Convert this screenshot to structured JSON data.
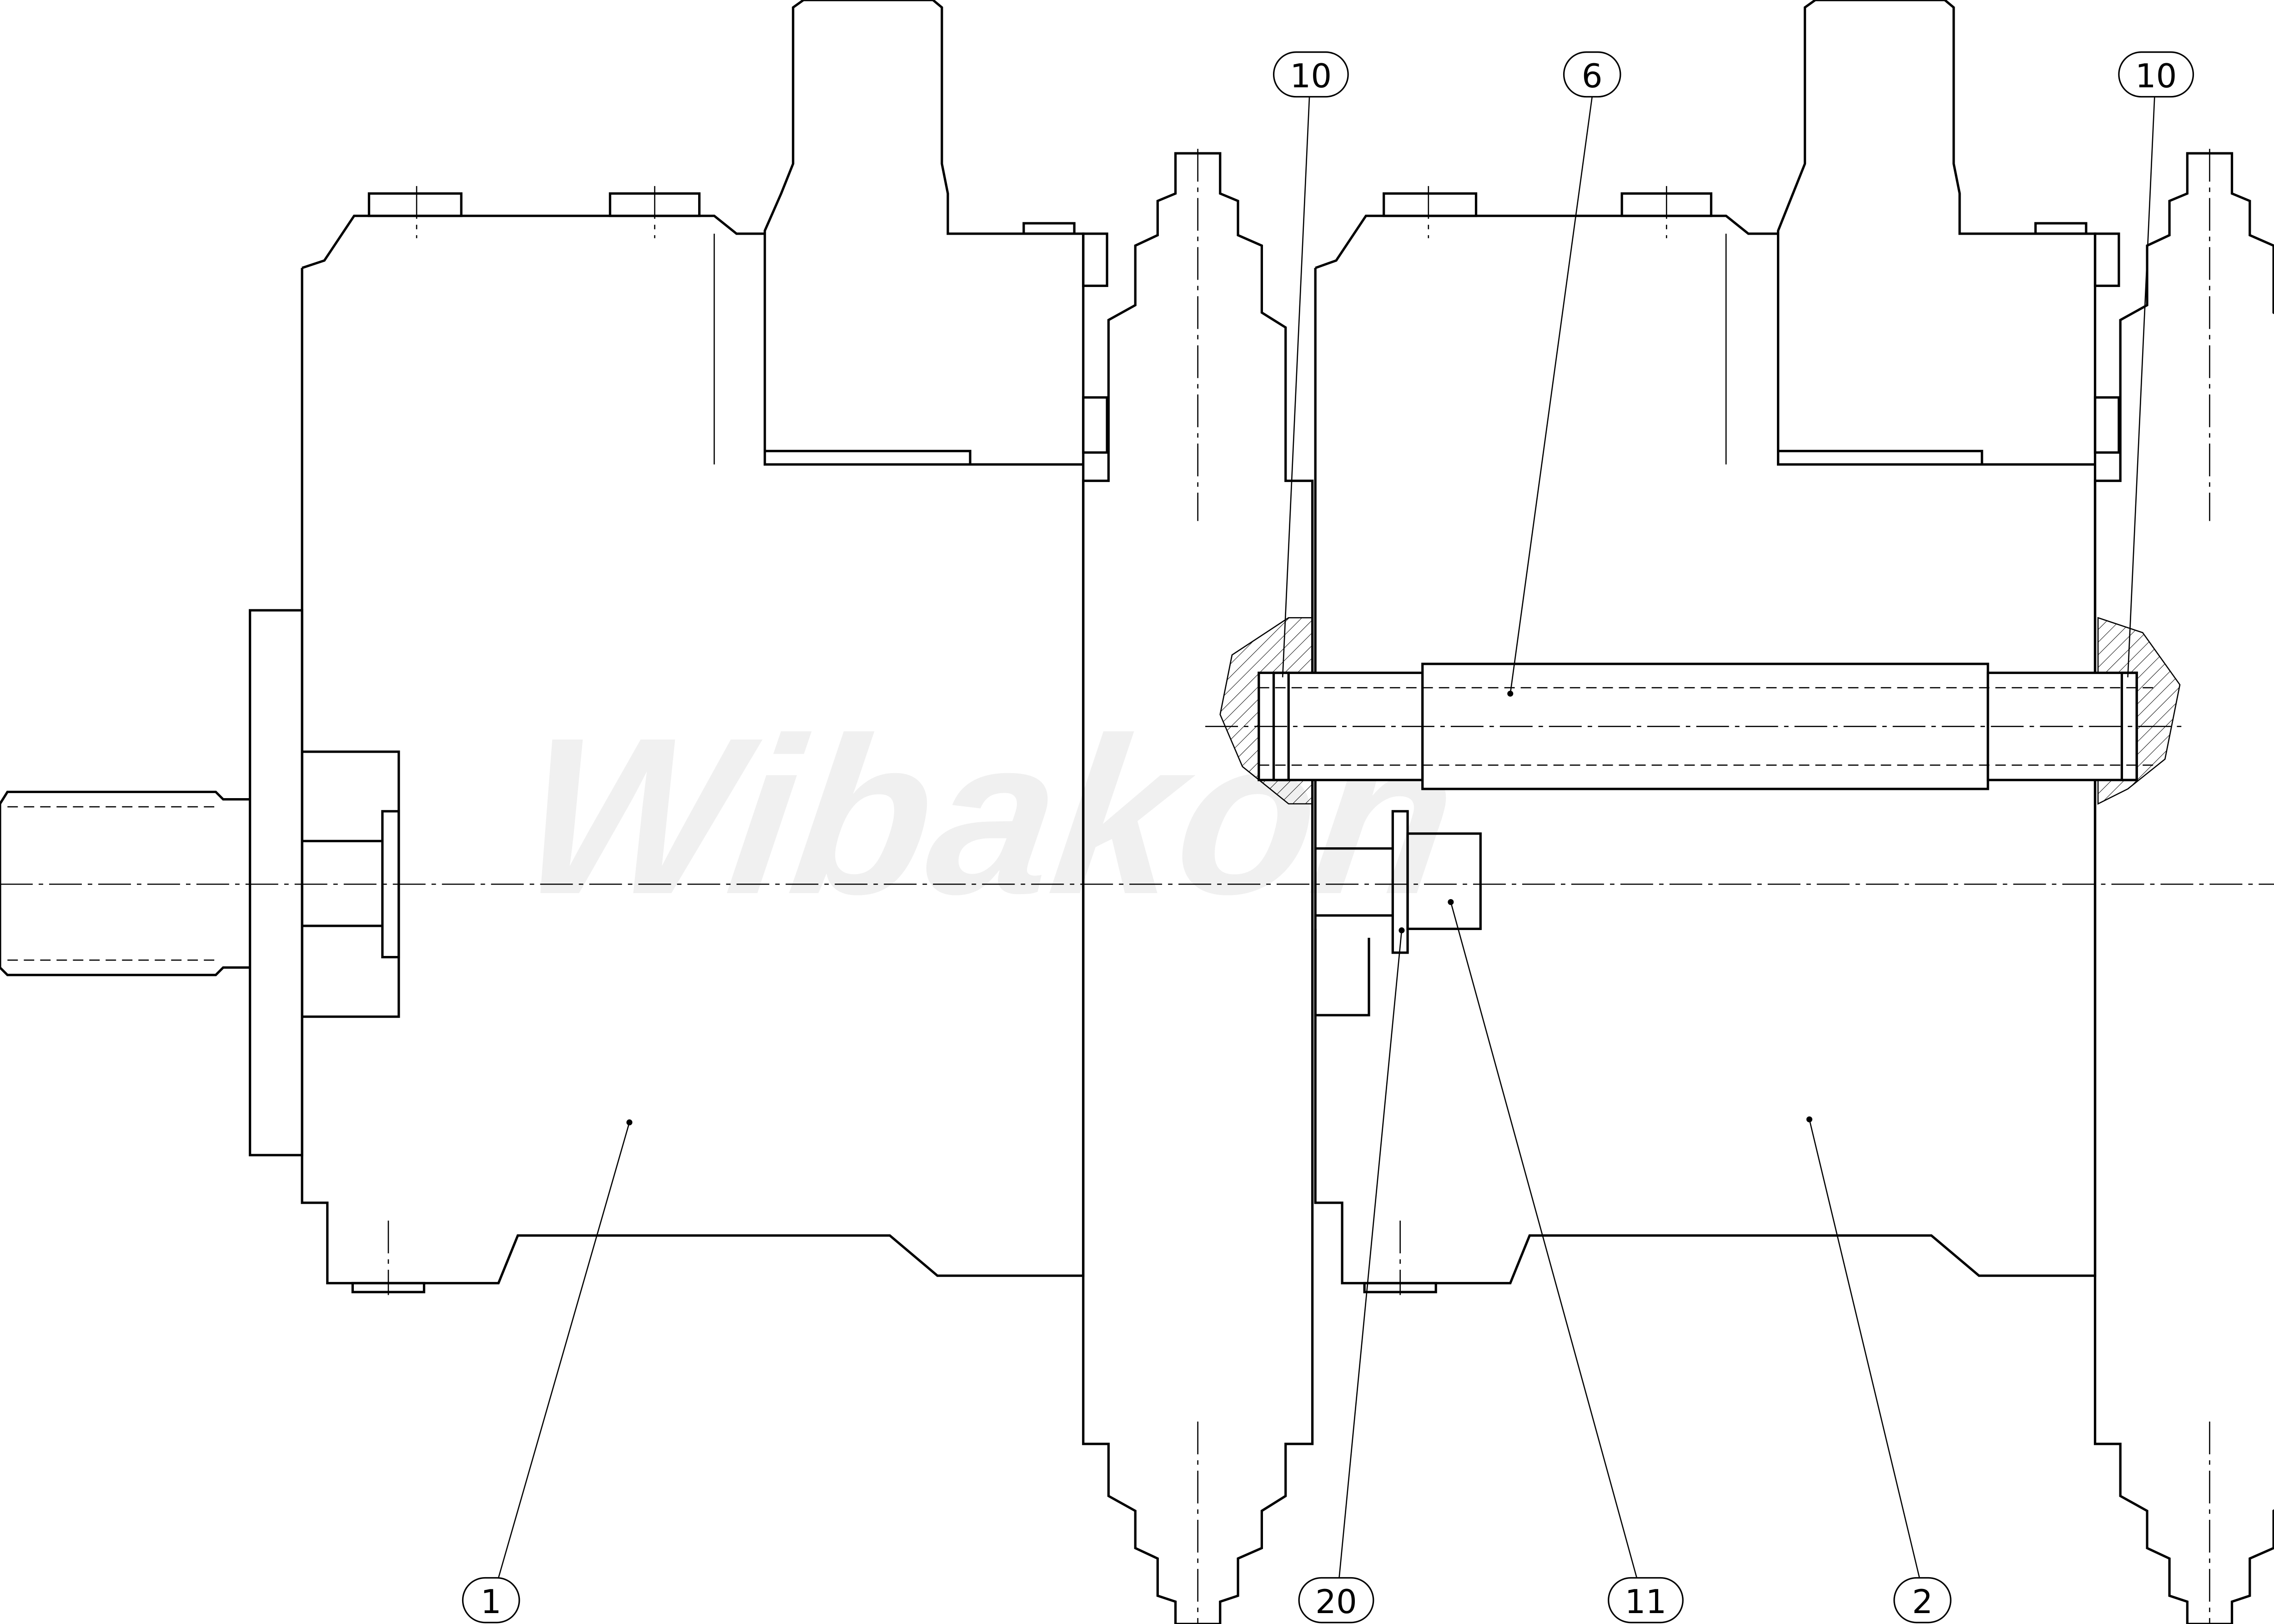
{
  "drawing": {
    "watermark": "Wibakon",
    "balloons": [
      {
        "id": "b-10-left",
        "label": "10"
      },
      {
        "id": "b-6",
        "label": "6"
      },
      {
        "id": "b-10-right",
        "label": "10"
      },
      {
        "id": "b-1",
        "label": "1"
      },
      {
        "id": "b-20",
        "label": "20"
      },
      {
        "id": "b-11",
        "label": "11"
      },
      {
        "id": "b-2",
        "label": "2"
      }
    ]
  }
}
